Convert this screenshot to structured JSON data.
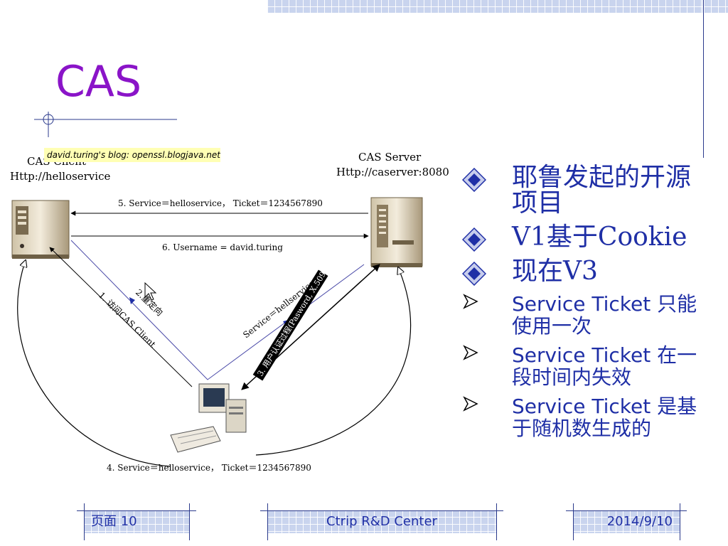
{
  "slide_title": "CAS",
  "blog_tag": "david.turing's blog:  openssl.blogjava.net",
  "diagram": {
    "client_name": "CAS Client",
    "client_url": "Http://helloservice",
    "server_name": "CAS Server",
    "server_url": "Http://caserver:8080",
    "arrow5": "5. Service＝helloservice，  Ticket＝1234567890",
    "arrow6": "6. Username = david.turing",
    "arrow1": "1. 访问CAS Client",
    "arrow2": "2.重定向",
    "arrow_service": "Service＝hellservice",
    "arrow3": "3. 用户认证过程(Pasword, X.509)",
    "arrow4": "4. Service＝helloservice，  Ticket＝1234567890"
  },
  "bullets": [
    {
      "text": "耶鲁发起的开源项目"
    },
    {
      "text": "V1基于Cookie"
    },
    {
      "text": "现在V3"
    }
  ],
  "sub_bullets": [
    {
      "text": "Service Ticket 只能使用一次"
    },
    {
      "text": "Service Ticket 在一段时间内失效"
    },
    {
      "text": "Service Ticket 是基于随机数生成的"
    }
  ],
  "footer": {
    "page": "页面 10",
    "center": "Ctrip R&D Center",
    "date": "2014/9/10"
  },
  "colors": {
    "title": "#8a14c8",
    "text": "#1f2fa6"
  },
  "icons": {
    "bullet": "diamond-bullet-icon",
    "sub_bullet": "arrowhead-bullet-icon"
  }
}
